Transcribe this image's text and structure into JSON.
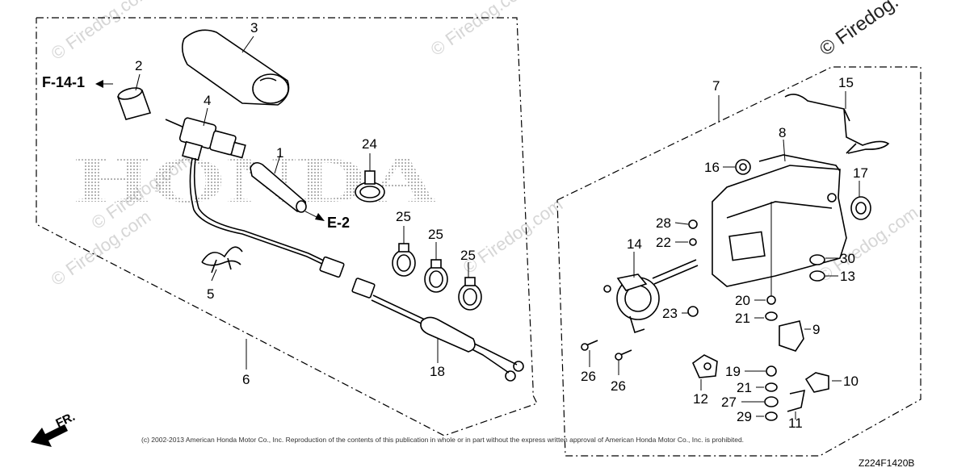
{
  "watermarks": {
    "main": "© Firedog.",
    "faint": "© Firedog.com"
  },
  "brand_text": "HONDA",
  "references": {
    "f14": "F-14-1",
    "e2": "E-2"
  },
  "direction_label": "FR.",
  "copyright": "(c) 2002-2013 American Honda Motor Co., Inc. Reproduction of the contents of this publication in whole or in part without the express written approval of American Honda Motor Co., Inc. is prohibited.",
  "diagram_code": "Z224F1420B",
  "callouts": {
    "c1": "1",
    "c2": "2",
    "c3": "3",
    "c4": "4",
    "c5": "5",
    "c6": "6",
    "c7": "7",
    "c8": "8",
    "c9": "9",
    "c10": "10",
    "c11": "11",
    "c12": "12",
    "c13": "13",
    "c14": "14",
    "c15": "15",
    "c16": "16",
    "c17": "17",
    "c18": "18",
    "c19": "19",
    "c20": "20",
    "c21a": "21",
    "c21b": "21",
    "c22": "22",
    "c23": "23",
    "c24": "24",
    "c25a": "25",
    "c25b": "25",
    "c25c": "25",
    "c26a": "26",
    "c26b": "26",
    "c27": "27",
    "c28": "28",
    "c29": "29",
    "c30": "30"
  }
}
